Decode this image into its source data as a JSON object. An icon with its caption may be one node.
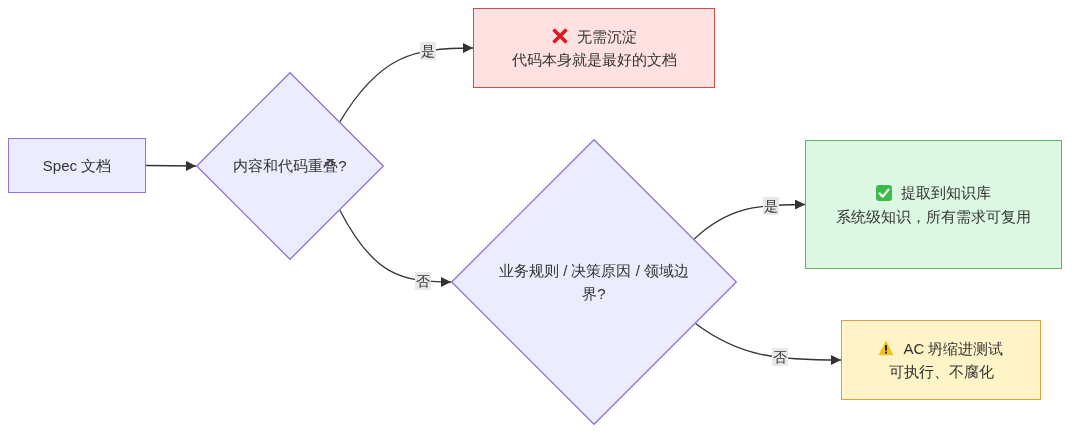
{
  "diagram": {
    "nodes": [
      {
        "text": [
          "Spec 文档"
        ]
      },
      {
        "text": [
          "内容和代码重叠?"
        ]
      },
      {
        "text": [
          "无需沉淀",
          "代码本身就是最好的文档"
        ]
      },
      {
        "text": [
          "业务规则 / 决策原因 / 领域边界?"
        ]
      },
      {
        "text": [
          "提取到知识库",
          "系统级知识，所有需求可复用"
        ]
      },
      {
        "text": [
          "AC 坍缩进测试",
          "可执行、不腐化"
        ]
      }
    ],
    "edges": [
      {
        "from": 0,
        "to": 1,
        "arrow": "to"
      },
      {
        "from": 1,
        "to": 2,
        "arrow": "to",
        "label": "是"
      },
      {
        "from": 1,
        "to": 3,
        "arrow": "to",
        "label": "否"
      },
      {
        "from": 3,
        "to": 4,
        "arrow": "to",
        "label": "是"
      },
      {
        "from": 3,
        "to": 5,
        "arrow": "to",
        "label": "否"
      }
    ]
  }
}
